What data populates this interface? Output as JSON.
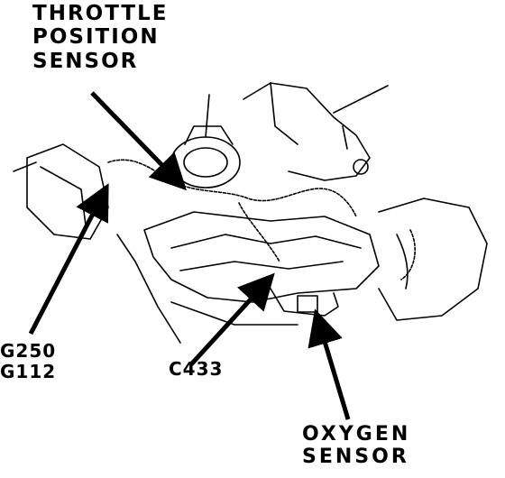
{
  "labels": {
    "throttle_position_sensor": [
      "THROTTLE",
      "POSITION",
      "SENSOR"
    ],
    "ground_points": [
      "G250",
      "G112"
    ],
    "connector": "C433",
    "oxygen_sensor": [
      "OXYGEN",
      "SENSOR"
    ]
  },
  "colors": {
    "ink": "#000000",
    "paper": "#ffffff"
  }
}
